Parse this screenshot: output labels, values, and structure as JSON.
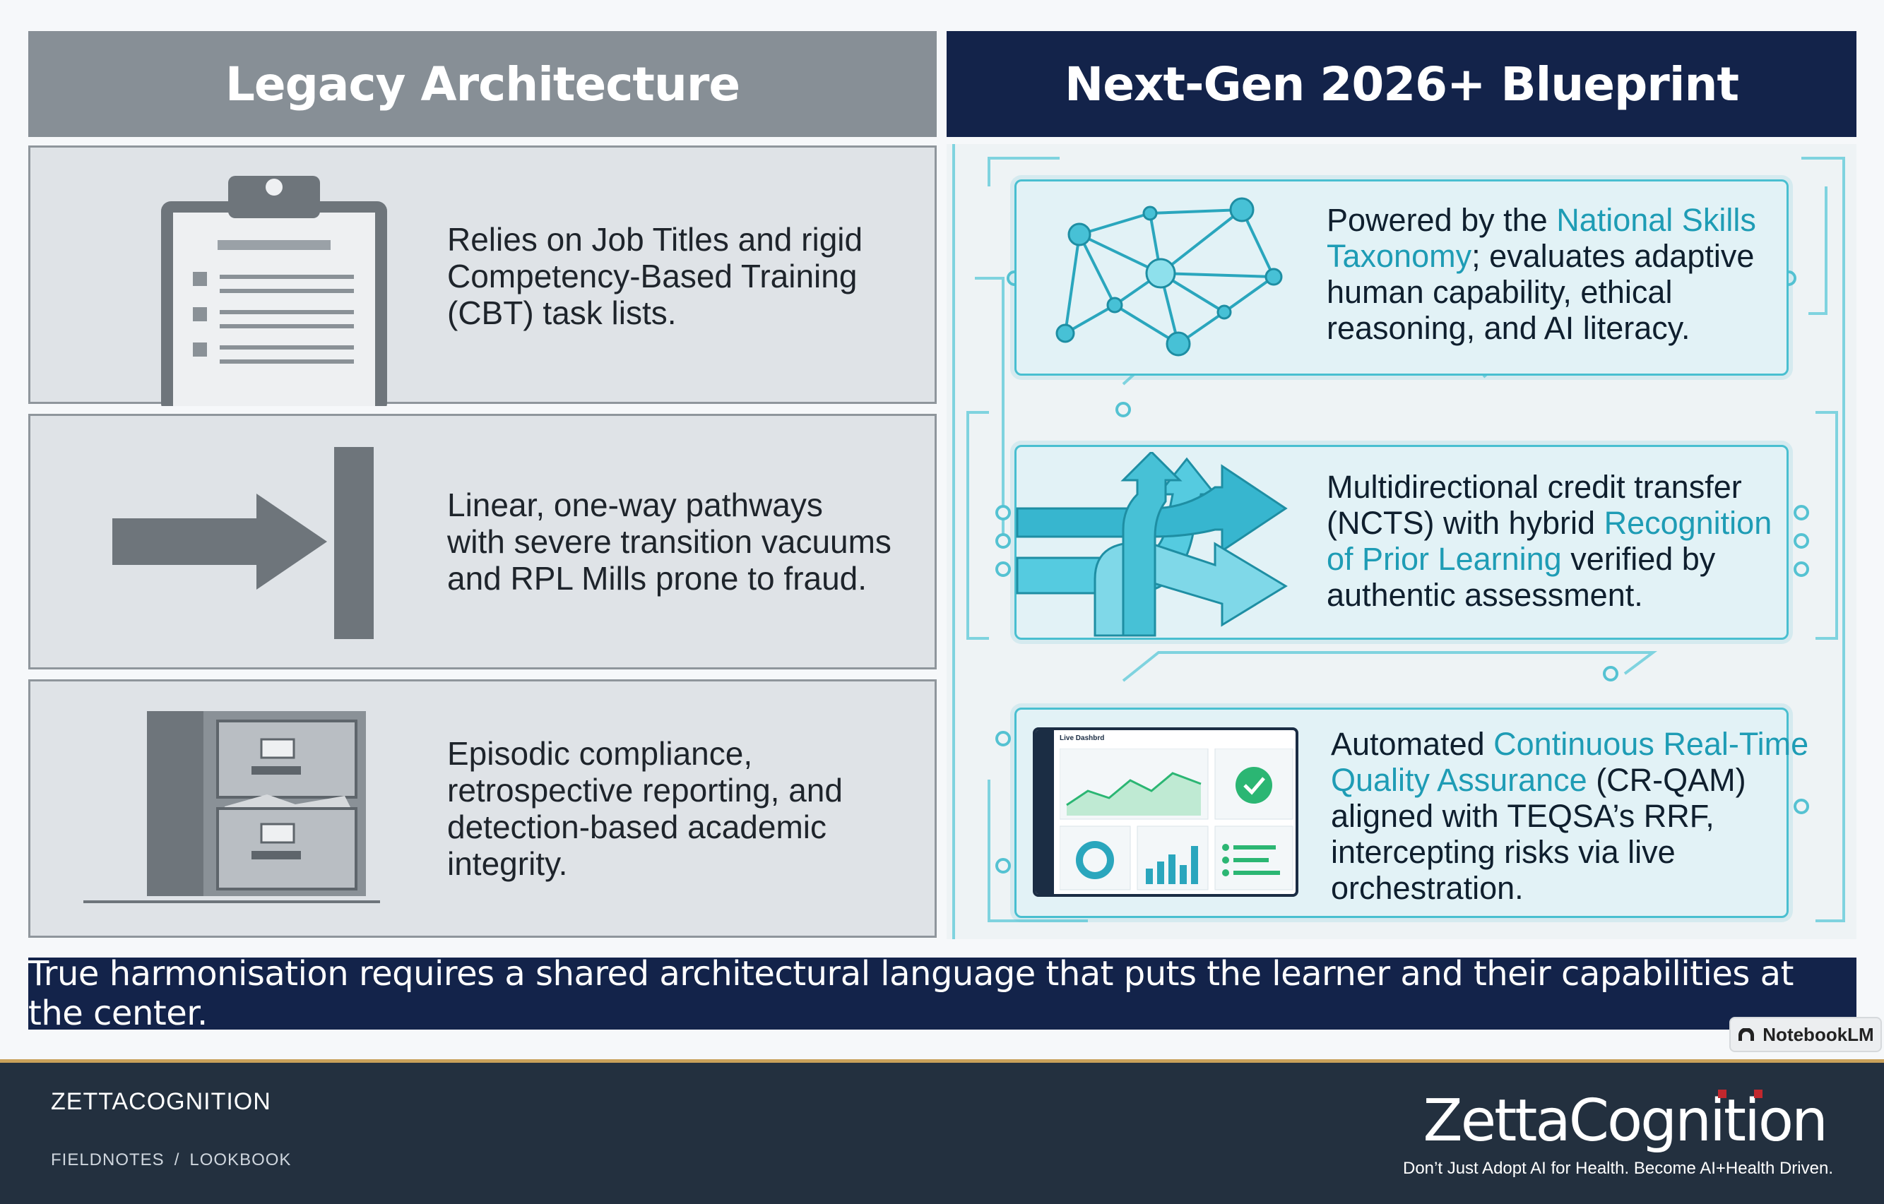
{
  "legacy": {
    "title": "Legacy Architecture",
    "rows": [
      {
        "text": [
          "Relies on Job Titles and rigid",
          "Competency-Based Training",
          "(CBT) task lists."
        ],
        "icon": "clipboard-icon"
      },
      {
        "text": [
          "Linear, one-way pathways",
          "with severe transition vacuums",
          "and RPL Mills prone to fraud."
        ],
        "icon": "blocked-arrow-icon"
      },
      {
        "text": [
          "Episodic compliance,",
          "retrospective reporting, and",
          "detection-based academic",
          "integrity."
        ],
        "icon": "filing-cabinet-icon"
      }
    ]
  },
  "next": {
    "title": "Next-Gen 2026+ Blueprint",
    "rows": [
      {
        "icon": "network-icon",
        "parts": [
          {
            "t": "Powered by the ",
            "h": false
          },
          {
            "t": "National Skills",
            "h": true
          },
          {
            "t": "Taxonomy",
            "h": true
          },
          {
            "t": "; evaluates adaptive",
            "h": false
          },
          {
            "t": "human capability, ethical",
            "h": false
          },
          {
            "t": "reasoning, and AI literacy.",
            "h": false
          }
        ]
      },
      {
        "icon": "multidirectional-arrows-icon",
        "parts": [
          {
            "t": "Multidirectional credit transfer",
            "h": false
          },
          {
            "t": "(NCTS) with hybrid ",
            "h": false
          },
          {
            "t": "Recognition",
            "h": true
          },
          {
            "t": "of Prior Learning",
            "h": true
          },
          {
            "t": " verified by",
            "h": false
          },
          {
            "t": "authentic assessment.",
            "h": false
          }
        ]
      },
      {
        "icon": "dashboard-icon",
        "parts": [
          {
            "t": "Automated ",
            "h": false
          },
          {
            "t": "Continuous Real-Time",
            "h": true
          },
          {
            "t": "Quality Assurance",
            "h": true
          },
          {
            "t": " (CR-QAM)",
            "h": false
          },
          {
            "t": "aligned with TEQSA’s RRF,",
            "h": false
          },
          {
            "t": "intercepting risks via live",
            "h": false
          },
          {
            "t": "orchestration.",
            "h": false
          }
        ]
      }
    ],
    "dashboard_title": "Live Dashbrd"
  },
  "banner": "True harmonisation requires a shared architectural language that puts the learner and their capabilities at the center.",
  "watermark": "NotebookLM",
  "footer": {
    "brand": "ZETTACOGNITION",
    "crumbs": [
      "FIELDNOTES",
      "/",
      "LOOKBOOK"
    ],
    "logo_text": "ZettaCognition",
    "tagline": "Don’t Just Adopt AI for Health. Become AI+Health Driven."
  },
  "colors": {
    "legacy_header": "#878f96",
    "next_header": "#13234a",
    "accent": "#1e9cb5",
    "footer": "#23303f",
    "footer_rule": "#c9a15a"
  }
}
